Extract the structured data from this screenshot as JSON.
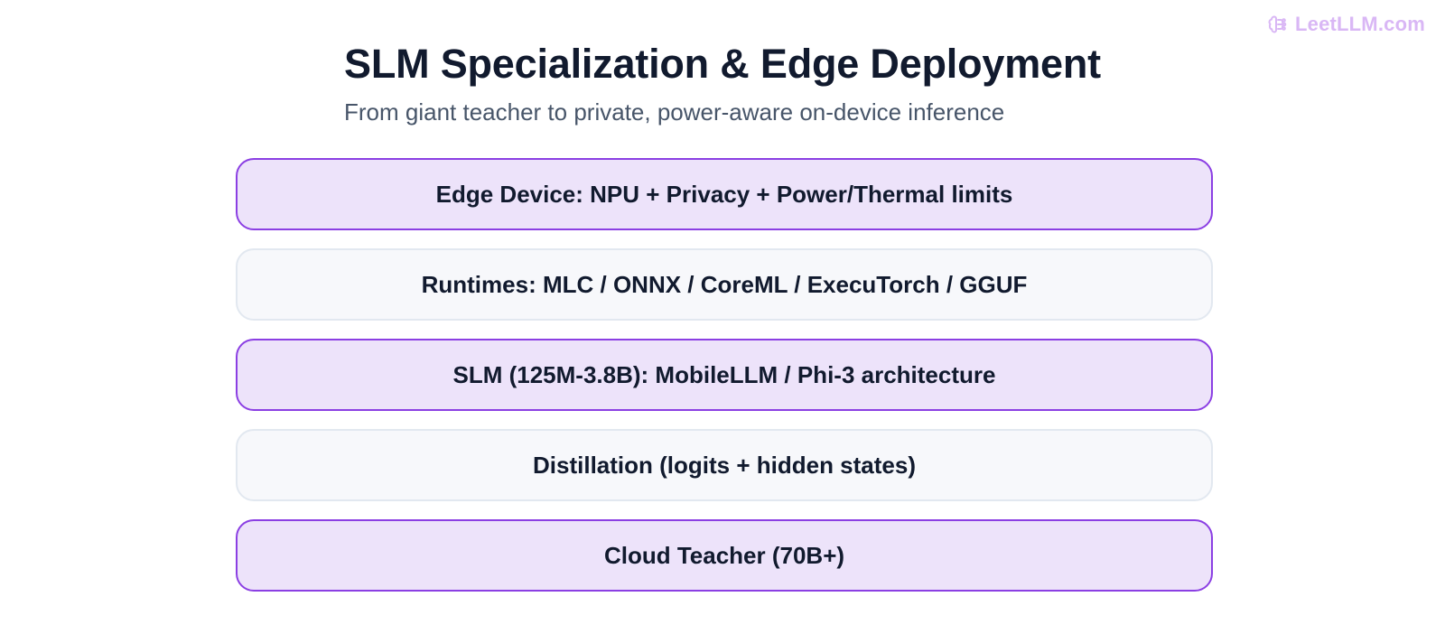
{
  "brand": {
    "name": "LeetLLM.com",
    "icon": "brain-icon",
    "color": "#d9b7f5"
  },
  "header": {
    "title": "SLM Specialization & Edge Deployment",
    "subtitle": "From giant teacher to private, power-aware on-device inference"
  },
  "layers": [
    {
      "label": "Edge Device: NPU + Privacy + Power/Thermal limits",
      "style": "accent"
    },
    {
      "label": "Runtimes: MLC / ONNX / CoreML / ExecuTorch / GGUF",
      "style": "neutral"
    },
    {
      "label": "SLM (125M-3.8B): MobileLLM / Phi-3 architecture",
      "style": "accent"
    },
    {
      "label": "Distillation (logits + hidden states)",
      "style": "neutral"
    },
    {
      "label": "Cloud Teacher (70B+)",
      "style": "accent"
    }
  ],
  "colors": {
    "accent_fill": "#ede3fa",
    "accent_border": "#8b3fe3",
    "neutral_fill": "#f7f8fb",
    "neutral_border": "#e2e8f0",
    "text": "#111a2e",
    "subtitle": "#475569"
  }
}
